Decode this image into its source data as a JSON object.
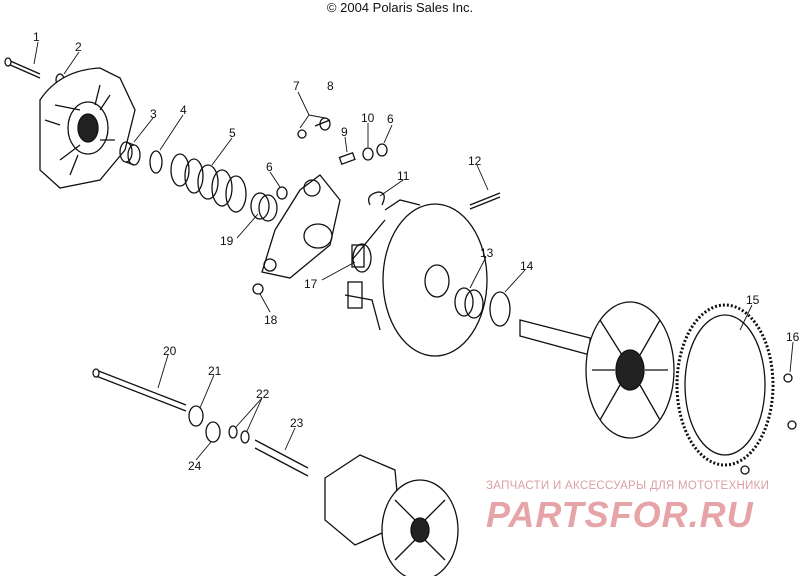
{
  "copyright": "© 2004 Polaris Sales Inc.",
  "callouts": [
    "1",
    "2",
    "3",
    "4",
    "5",
    "6",
    "6",
    "7",
    "8",
    "9",
    "10",
    "11",
    "12",
    "13",
    "14",
    "15",
    "16",
    "17",
    "18",
    "19",
    "20",
    "21",
    "22",
    "23",
    "24"
  ],
  "watermark": {
    "tagline": "ЗАПЧАСТИ И АКСЕССУАРЫ ДЛЯ МОТОТЕХНИКИ",
    "logo": "PARTSFOR.RU"
  },
  "colors": {
    "line": "#111111",
    "watermark": "#e6a3a8"
  },
  "icons": [
    "clutch-assembly-diagram"
  ]
}
